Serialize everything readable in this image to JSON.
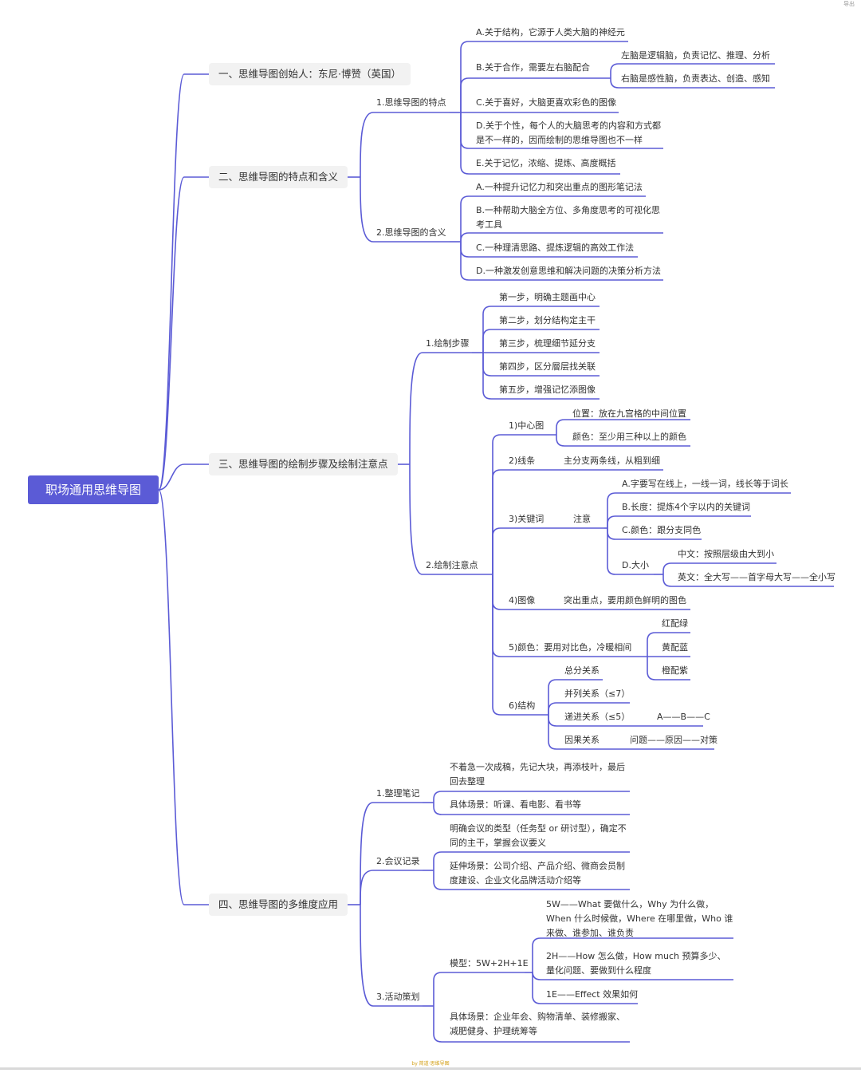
{
  "header_note": "导出",
  "footer_note": "by 简道·思维导图",
  "colors": {
    "branch": "#5b5bd6",
    "root_bg": "#5b5bd6",
    "main_bg": "#f2f2f2",
    "text": "#333333"
  },
  "root": "职场通用思维导图",
  "s1": {
    "title": "一、思维导图创始人：东尼·博赞（英国）"
  },
  "s2": {
    "title": "二、思维导图的特点和含义",
    "features": {
      "label": "1.思维导图的特点",
      "a": "A.关于结构，它源于人类大脑的神经元",
      "b": "B.关于合作，需要左右脑配合",
      "b1": "左脑是逻辑脑，负责记忆、推理、分析",
      "b2": "右脑是感性脑，负责表达、创造、感知",
      "c": "C.关于喜好，大脑更喜欢彩色的图像",
      "d": "D.关于个性，每个人的大脑思考的内容和方式都是不一样的，因而绘制的思维导图也不一样",
      "e": "E.关于记忆，浓缩、提炼、高度概括"
    },
    "meaning": {
      "label": "2.思维导图的含义",
      "a": "A.一种提升记忆力和突出重点的图形笔记法",
      "b": "B.一种帮助大脑全方位、多角度思考的可视化思考工具",
      "c": "C.一种理清思路、提炼逻辑的高效工作法",
      "d": "D.一种激发创意思维和解决问题的决策分析方法"
    }
  },
  "s3": {
    "title": "三、思维导图的绘制步骤及绘制注意点",
    "steps": {
      "label": "1.绘制步骤",
      "s1": "第一步，明确主题画中心",
      "s2": "第二步，划分结构定主干",
      "s3": "第三步，梳理细节延分支",
      "s4": "第四步，区分層层找关联",
      "s5": "第五步，增强记忆添图像"
    },
    "notes": {
      "label": "2.绘制注意点",
      "center": {
        "label": "1)中心图",
        "pos": "位置：放在九宫格的中间位置",
        "color": "颜色：至少用三种以上的颜色"
      },
      "lines": {
        "label": "2)线条",
        "text": "主分支两条线，从粗到细"
      },
      "keywords": {
        "label": "3)关键词",
        "note": "注意",
        "a": "A.字要写在线上，一线一词，线长等于词长",
        "b": "B.长度：提炼4个字以内的关键词",
        "c": "C.颜色：跟分支同色",
        "d": "D.大小",
        "d1": "中文：按照层级由大到小",
        "d2": "英文：全大写——首字母大写——全小写"
      },
      "image": {
        "label": "4)图像",
        "text": "突出重点，要用颜色鲜明的图色"
      },
      "colorcontrast": {
        "label": "5)颜色：要用对比色，冷暖相间",
        "c1": "红配绿",
        "c2": "黄配蓝",
        "c3": "橙配紫"
      },
      "structure": {
        "label": "6)结构",
        "r1": "总分关系",
        "r2": "并列关系（≤7）",
        "r3": "递进关系（≤5）",
        "r3x": "A——B——C",
        "r4": "因果关系",
        "r4x": "问题——原因——对策"
      }
    }
  },
  "s4": {
    "title": "四、思维导图的多维度应用",
    "notes": {
      "label": "1.整理笔记",
      "t1": "不着急一次成稿，先记大块，再添枝叶，最后回去整理",
      "t2": "具体场景：听课、看电影、看书等"
    },
    "meeting": {
      "label": "2.会议记录",
      "t1": "明确会议的类型（任务型 or 研讨型），确定不同的主干，掌握会议要义",
      "t2": "延伸场景：公司介绍、产品介绍、微商会员制度建设、企业文化品牌活动介绍等"
    },
    "planning": {
      "label": "3.活动策划",
      "model": "模型：5W+2H+1E",
      "w5": "5W——What 要做什么，Why 为什么做，When 什么时候做，Where 在哪里做，Who 谁来做、谁参加、谁负责",
      "h2": "2H——How 怎么做，How much 预算多少、量化问题、要做到什么程度",
      "e1": "1E——Effect 效果如何",
      "scene": "具体场景：企业年会、购物清单、装修搬家、减肥健身、护理统筹等"
    }
  }
}
